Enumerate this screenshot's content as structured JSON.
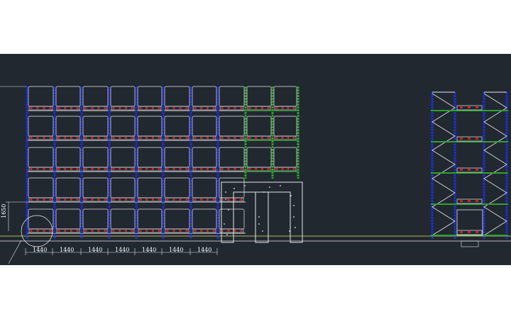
{
  "drawing": {
    "background": "#212830",
    "colors": {
      "upright_blue": "#1d2fd6",
      "beam_green": "#2fa12f",
      "pallet_red": "#d02020",
      "line_white": "#e8e8e8",
      "ground_yellow": "#b8b84a"
    },
    "front_elevation": {
      "bays": 10,
      "levels": 5,
      "doorway_frame": "concrete-frame",
      "bay_dimensions": [
        "1440",
        "1440",
        "1440",
        "1440",
        "1440",
        "1440",
        "1440"
      ],
      "height_dimension": "1650"
    },
    "side_elevation": {
      "frames": 2,
      "levels": 5
    }
  }
}
